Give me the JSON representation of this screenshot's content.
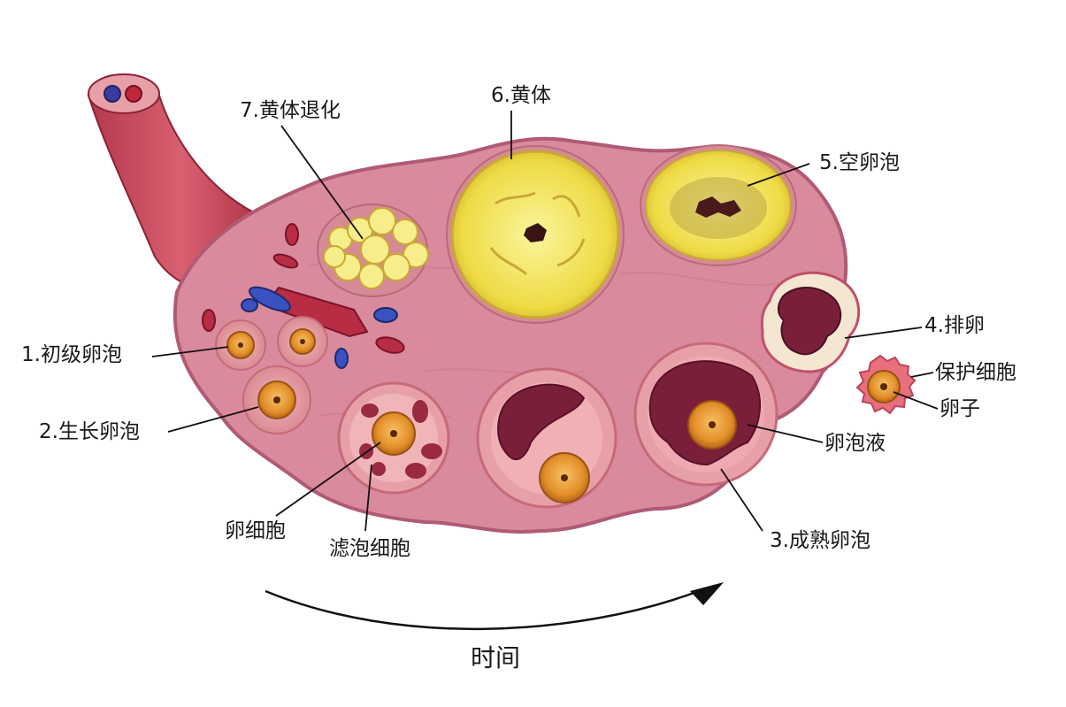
{
  "labels": {
    "primary_follicle": "1.初级卵泡",
    "growing_follicle": "2.生长卵泡",
    "mature_follicle": "3.成熟卵泡",
    "ovulation": "4.排卵",
    "empty_follicle": "5.空卵泡",
    "corpus_luteum": "6.黄体",
    "corpus_luteum_regression": "7.黄体退化",
    "oocyte": "卵细胞",
    "granulosa_cells": "滤泡细胞",
    "follicular_fluid": "卵泡液",
    "protective_cells": "保护细胞",
    "ovum": "卵子",
    "time": "时间"
  },
  "colors": {
    "ovary_fill": "#d98a9c",
    "ovary_outline": "#b05a73",
    "vessel": "#c0485a",
    "corpus_yellow": "#f4ec7a",
    "oocyte_orange": "#e79a2c",
    "follicle_dark": "#7a1f3a"
  }
}
